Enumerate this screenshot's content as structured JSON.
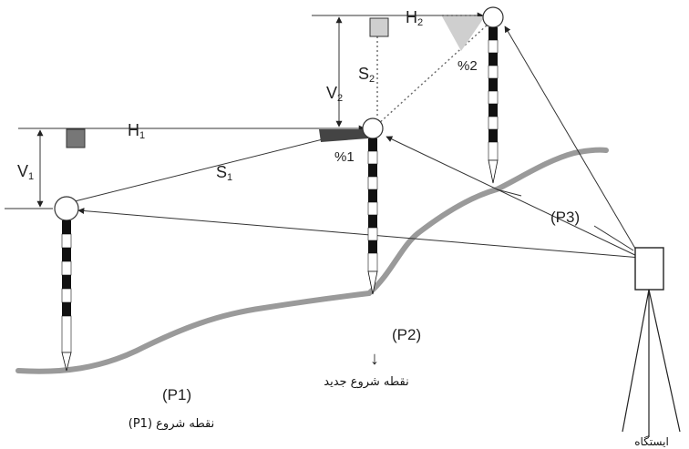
{
  "labels": {
    "h1": "H",
    "h1_sub": "1",
    "h2": "H",
    "h2_sub": "2",
    "v1": "V",
    "v1_sub": "1",
    "v2": "V",
    "v2_sub": "2",
    "s1": "S",
    "s1_sub": "1",
    "s2": "S",
    "s2_sub": "2",
    "pct1": "%1",
    "pct2": "%2",
    "p1": "(P1)",
    "p2": "(P2)",
    "p3": "(P3)",
    "p1_caption": "نقطه شروع (P1)",
    "p2_caption": "نقطه شروع جدید",
    "station_caption": "ایستگاه",
    "p2_arrow": "↓"
  },
  "colors": {
    "line": "#333333",
    "ground": "#9a9a9a",
    "marker_dark": "#777777",
    "marker_light": "#cfcfcf",
    "pole_dark": "#111111"
  }
}
